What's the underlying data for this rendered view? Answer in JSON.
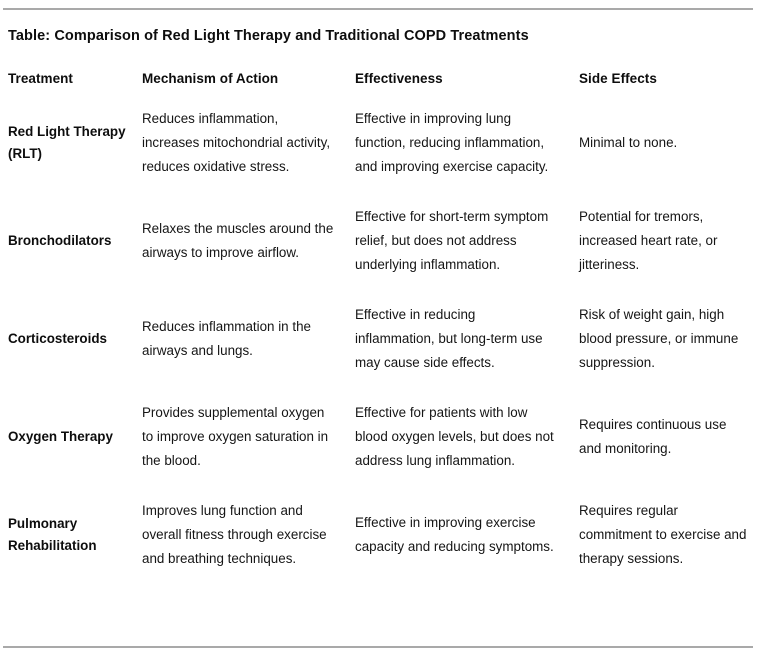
{
  "document": {
    "title": "Table: Comparison of Red Light Therapy and Traditional COPD Treatments",
    "rule_color": "#a9a9a9",
    "background_color": "#ffffff",
    "text_color": "#151515"
  },
  "table": {
    "headers": {
      "treatment": "Treatment",
      "mechanism": "Mechanism of Action",
      "effectiveness": "Effectiveness",
      "side_effects": "Side Effects"
    },
    "rows": [
      {
        "treatment": "Red Light Therapy (RLT)",
        "mechanism": "Reduces inflammation, increases mitochondrial activity, reduces oxidative stress.",
        "effectiveness": "Effective in improving lung function, reducing inflammation, and improving exercise capacity.",
        "side_effects": "Minimal to none."
      },
      {
        "treatment": "Bronchodilators",
        "mechanism": "Relaxes the muscles around the airways to improve airflow.",
        "effectiveness": "Effective for short-term symptom relief, but does not address underlying inflammation.",
        "side_effects": "Potential for tremors, increased heart rate, or jitteriness."
      },
      {
        "treatment": "Corticosteroids",
        "mechanism": "Reduces inflammation in the airways and lungs.",
        "effectiveness": "Effective in reducing inflammation, but long-term use may cause side effects.",
        "side_effects": "Risk of weight gain, high blood pressure, or immune suppression."
      },
      {
        "treatment": "Oxygen Therapy",
        "mechanism": "Provides supplemental oxygen to improve oxygen saturation in the blood.",
        "effectiveness": "Effective for patients with low blood oxygen levels, but does not address lung inflammation.",
        "side_effects": "Requires continuous use and monitoring."
      },
      {
        "treatment": "Pulmonary Rehabilitation",
        "mechanism": "Improves lung function and overall fitness through exercise and breathing techniques.",
        "effectiveness": "Effective in improving exercise capacity and reducing symptoms.",
        "side_effects": "Requires regular commitment to exercise and therapy sessions."
      }
    ]
  }
}
